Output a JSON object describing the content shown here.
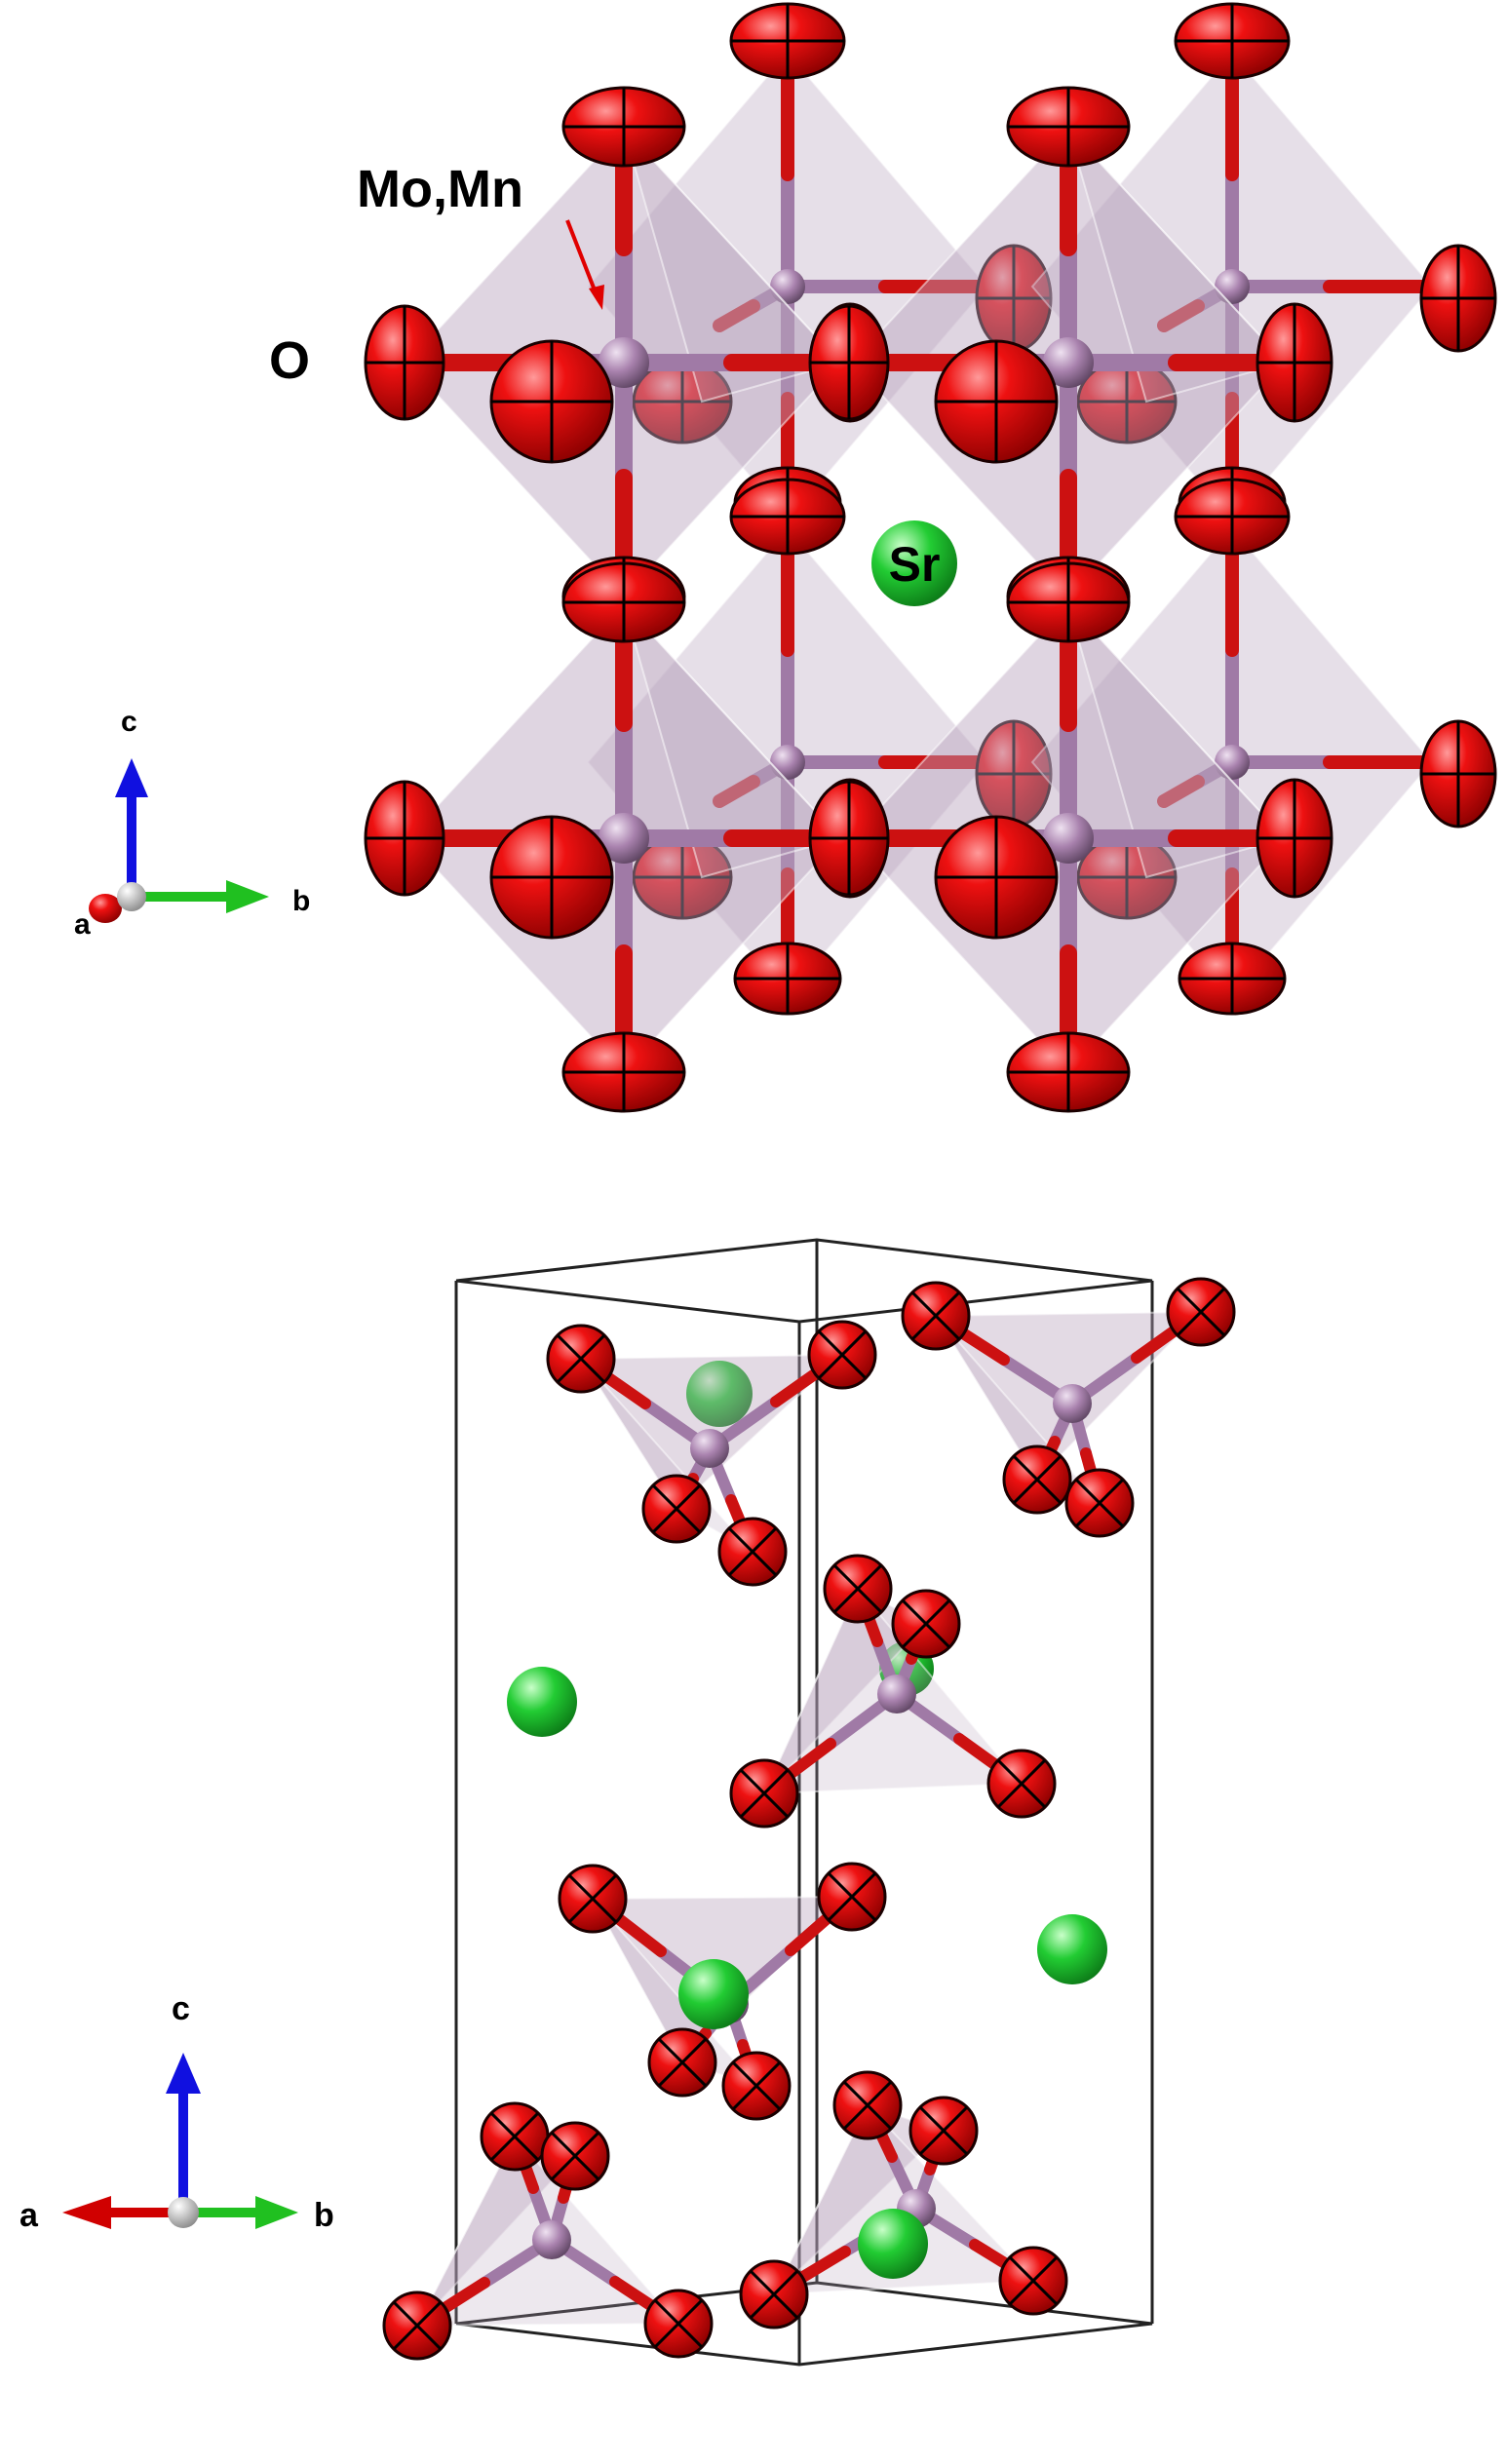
{
  "panel_top": {
    "labels": {
      "cation": "Mo,Mn",
      "anion": "O",
      "a_site": "Sr"
    },
    "axes": {
      "c": "c",
      "a": "a",
      "b": "b"
    }
  },
  "panel_bottom": {
    "axes": {
      "c": "c",
      "a": "a",
      "b": "b"
    }
  },
  "colors": {
    "oxygen": "#e00000",
    "cation": "#a07aa6",
    "strontium": "#22cc33",
    "polyhedron": "#b8a2bc",
    "axis_c": "#1010e0",
    "axis_b": "#20c020",
    "axis_a": "#d00000",
    "cell_edge": "#222222"
  }
}
